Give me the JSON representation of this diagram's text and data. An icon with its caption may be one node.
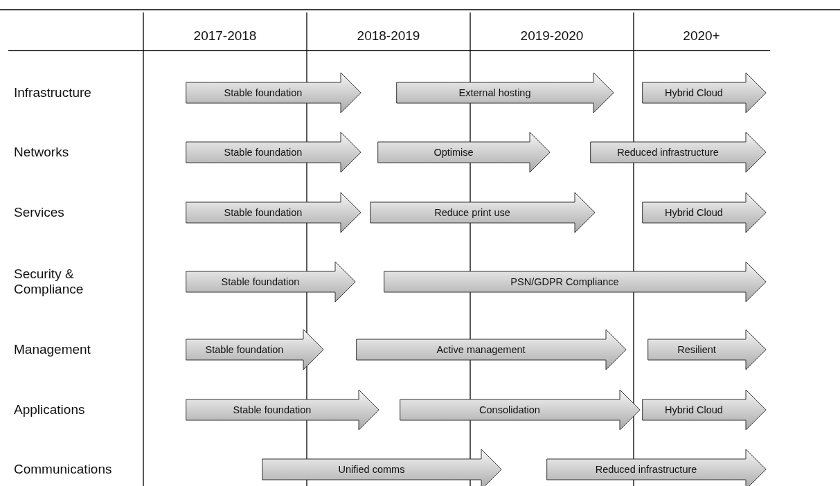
{
  "diagram": {
    "nodes": [
      {
        "text": [
          "Stable foundation"
        ]
      },
      {
        "text": [
          "External hosting"
        ]
      },
      {
        "text": [
          "Hybrid Cloud"
        ]
      },
      {
        "text": [
          "Stable foundation"
        ]
      },
      {
        "text": [
          "Optimise"
        ]
      },
      {
        "text": [
          "Reduced infrastructure"
        ]
      },
      {
        "text": [
          "Stable foundation"
        ]
      },
      {
        "text": [
          "Reduce print use"
        ]
      },
      {
        "text": [
          "Hybrid Cloud"
        ]
      },
      {
        "text": [
          "Stable foundation"
        ]
      },
      {
        "text": [
          "PSN/GDPR Compliance"
        ]
      },
      {
        "text": [
          "Stable foundation"
        ]
      },
      {
        "text": [
          "Active management"
        ]
      },
      {
        "text": [
          "Resilient"
        ]
      },
      {
        "text": [
          "Stable foundation"
        ]
      },
      {
        "text": [
          "Consolidation"
        ]
      },
      {
        "text": [
          "Hybrid Cloud"
        ]
      },
      {
        "text": [
          "Unified comms"
        ]
      },
      {
        "text": [
          "Reduced infrastructure"
        ]
      }
    ],
    "labels": [
      "2017-2018",
      "2018-2019",
      "2019-2020",
      "2020+",
      "Infrastructure",
      "Networks",
      "Services",
      "Security & Compliance",
      "Management",
      "Applications",
      "Communications"
    ]
  }
}
